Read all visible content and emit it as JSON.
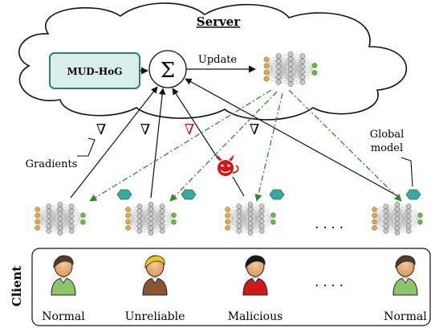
{
  "server": {
    "title": "Server",
    "update_label": "Update",
    "sum_symbol": "Σ"
  },
  "mudhog": {
    "label": "MUD-HoG"
  },
  "gradient_symbol": "∇",
  "labels": {
    "gradients": "Gradients",
    "global_model_line1": "Global",
    "global_model_line2": "model",
    "dots": ". . . ."
  },
  "client": {
    "label": "Client",
    "names": [
      "Normal",
      "Unreliable",
      "Malicious",
      "Normal"
    ]
  },
  "colors": {
    "mudhog_fill": "#d9eeeb",
    "mudhog_border": "#2d7f78",
    "node_orange": "#f0a830",
    "node_gray": "#c8c8c8",
    "node_green": "#5fbf3a",
    "arrow_green": "#2f8a2f",
    "malicious_red": "#cc1a1a",
    "badge_teal": "#3aa79c"
  }
}
